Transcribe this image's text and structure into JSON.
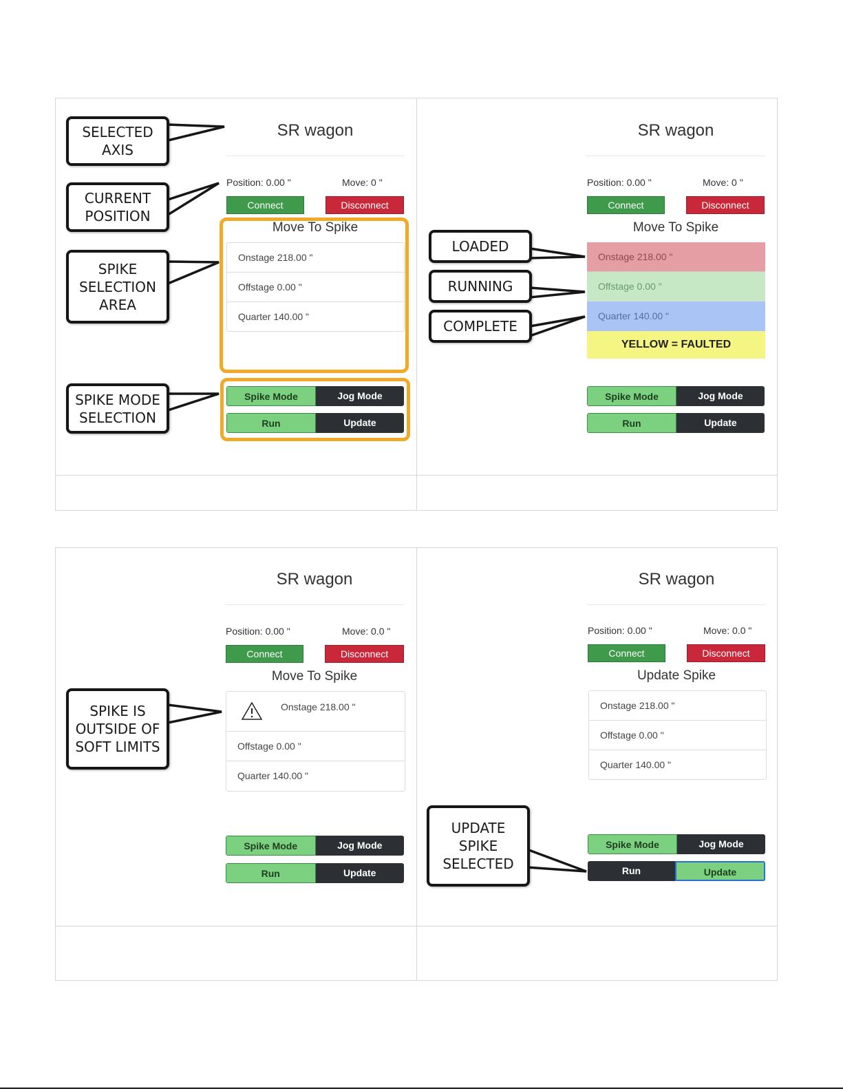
{
  "panels": [
    {
      "title": "SR wagon",
      "position": "Position: 0.00 \"",
      "move": "Move: 0 \"",
      "connect": "Connect",
      "disconnect": "Disconnect",
      "list_title": "Move To Spike",
      "items": [
        "Onstage 218.00 \"",
        "Offstage 0.00 \"",
        "Quarter 140.00 \""
      ],
      "spike_mode": "Spike Mode",
      "jog_mode": "Jog Mode",
      "run": "Run",
      "update": "Update"
    },
    {
      "title": "SR wagon",
      "position": "Position: 0.00 \"",
      "move": "Move: 0 \"",
      "connect": "Connect",
      "disconnect": "Disconnect",
      "list_title": "Move To Spike",
      "items": [
        "Onstage 218.00 \"",
        "Offstage 0.00 \"",
        "Quarter 140.00 \""
      ],
      "legend": "YELLOW = FAULTED",
      "spike_mode": "Spike Mode",
      "jog_mode": "Jog Mode",
      "run": "Run",
      "update": "Update"
    },
    {
      "title": "SR wagon",
      "position": "Position: 0.00 \"",
      "move": "Move: 0.0 \"",
      "connect": "Connect",
      "disconnect": "Disconnect",
      "list_title": "Move To Spike",
      "items": [
        "Onstage 218.00 \"",
        "Offstage 0.00 \"",
        "Quarter 140.00 \""
      ],
      "spike_mode": "Spike Mode",
      "jog_mode": "Jog Mode",
      "run": "Run",
      "update": "Update"
    },
    {
      "title": "SR wagon",
      "position": "Position: 0.00 \"",
      "move": "Move: 0.0 \"",
      "connect": "Connect",
      "disconnect": "Disconnect",
      "list_title": "Update Spike",
      "items": [
        "Onstage 218.00 \"",
        "Offstage 0.00 \"",
        "Quarter 140.00 \""
      ],
      "spike_mode": "Spike Mode",
      "jog_mode": "Jog Mode",
      "run": "Run",
      "update": "Update"
    }
  ],
  "callouts": {
    "selected_axis": [
      "SELECTED",
      "AXIS"
    ],
    "current_position": [
      "CURRENT",
      "POSITION"
    ],
    "spike_selection_area": [
      "SPIKE",
      "SELECTION",
      "AREA"
    ],
    "spike_mode_selection": [
      "SPIKE MODE",
      "SELECTION"
    ],
    "loaded": "LOADED",
    "running": "RUNNING",
    "complete": "COMPLETE",
    "outside_limits": [
      "SPIKE IS",
      "OUTSIDE OF",
      "SOFT LIMITS"
    ],
    "update_spike_selected": [
      "UPDATE",
      "SPIKE",
      "SELECTED"
    ]
  },
  "colors": {
    "loaded": "#e59fa4",
    "running": "#c6e8c5",
    "complete": "#a9c4f5",
    "faulted": "#f4f582",
    "highlight": "#f0a928"
  },
  "icons": {
    "warning": "warning-triangle-icon"
  }
}
